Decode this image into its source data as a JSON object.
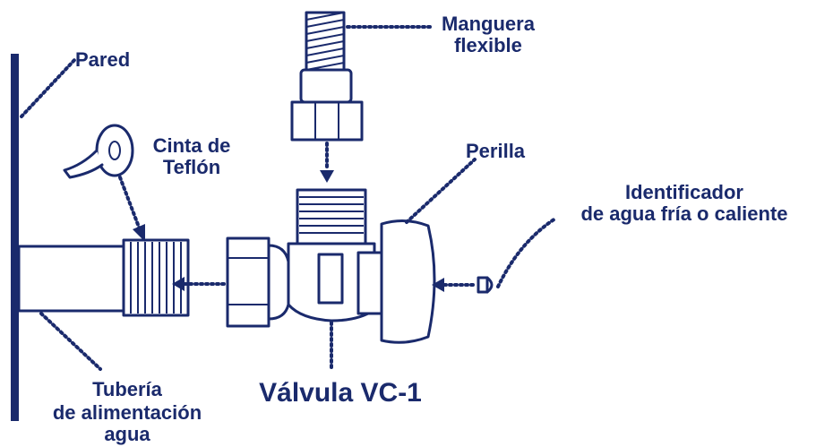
{
  "labels": {
    "pared": "Pared",
    "manguera_line1": "Manguera",
    "manguera_line2": "flexible",
    "cinta_line1": "Cinta de",
    "cinta_line2": "Teflón",
    "perilla": "Perilla",
    "identificador_line1": "Identificador",
    "identificador_line2": "de agua fría o caliente",
    "tuberia_line1": "Tubería",
    "tuberia_line2": "de alimentación",
    "tuberia_line3": "agua",
    "valvula": "Válvula VC-1"
  },
  "colors": {
    "ink": "#1a2a6c",
    "background": "#ffffff"
  }
}
